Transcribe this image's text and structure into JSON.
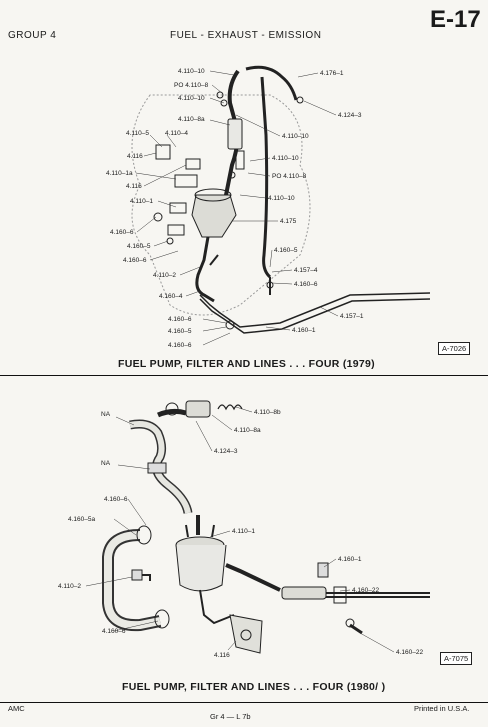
{
  "header": {
    "group": "GROUP 4",
    "section": "FUEL - EXHAUST - EMISSION",
    "page_code": "E-17"
  },
  "diagram1": {
    "caption": "FUEL PUMP, FILTER AND LINES . . . FOUR (1979)",
    "ref": "A-7026",
    "labels": [
      "4.110–10",
      "PO 4.110–8",
      "4.110–10",
      "4.176–1",
      "4.124–3",
      "4.110–8a",
      "4.110–10",
      "4.110–5",
      "4.110–4",
      "4.116",
      "4.110–10",
      "4.110–1a",
      "PO 4.110–8",
      "4.116",
      "4.110–10",
      "4.110–1",
      "4.175",
      "4.160–6",
      "4.160–5",
      "4.160–6",
      "4.160–5",
      "4.157–4",
      "4.110–2",
      "4.160–6",
      "4.160–4",
      "4.157–1",
      "4.160–6",
      "4.160–5",
      "4.160–1",
      "4.160–6"
    ]
  },
  "diagram2": {
    "caption": "FUEL PUMP, FILTER AND LINES . . . FOUR (1980/ )",
    "ref": "A-7075",
    "labels": [
      "NA",
      "4.110–8b",
      "4.110–8a",
      "4.124–3",
      "NA",
      "4.160–6",
      "4.160–5a",
      "4.110–1",
      "4.110–2",
      "4.160–1",
      "4.160–22",
      "4.160–6",
      "4.116",
      "4.160–22"
    ]
  },
  "footer": {
    "left": "AMC",
    "center": "Gr 4 — L 7b",
    "right": "Printed in U.S.A."
  }
}
